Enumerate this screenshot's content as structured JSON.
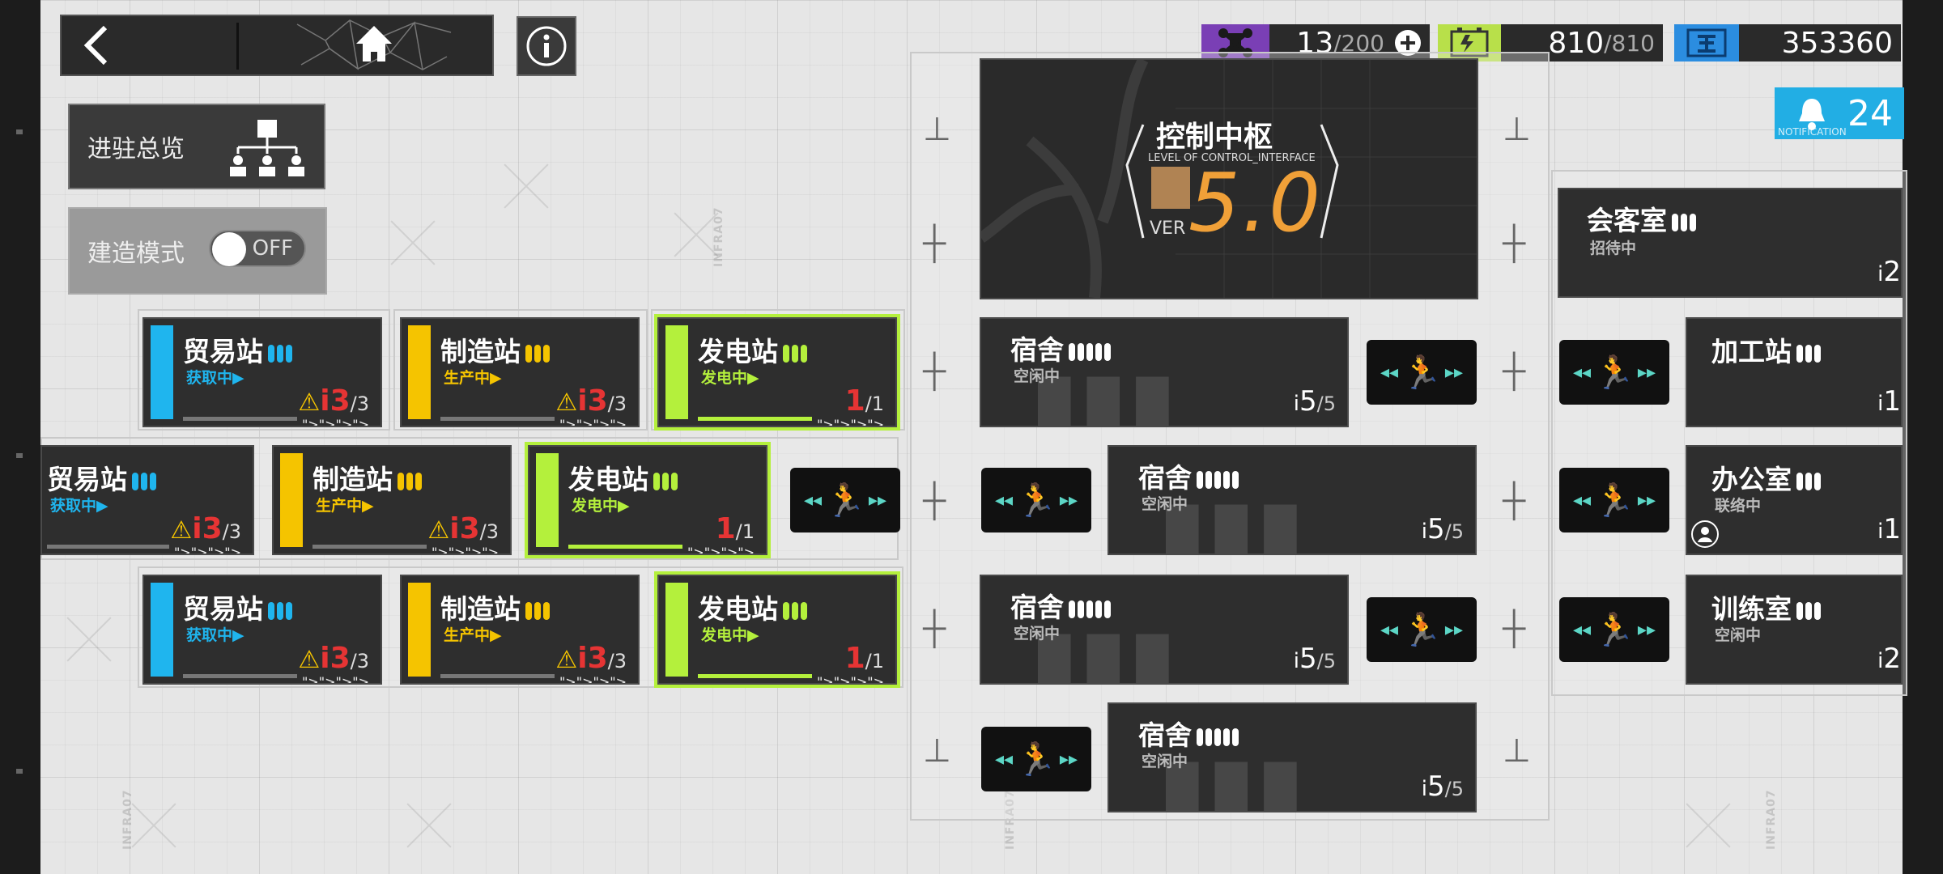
{
  "resources": {
    "drones": {
      "icon": "drone-icon",
      "value": "13",
      "max": "/200",
      "color": "#7a3fb5"
    },
    "power": {
      "icon": "battery-icon",
      "value": "810",
      "max": "/810",
      "color": "#b8e04a"
    },
    "funds": {
      "icon": "lmd-currency-icon",
      "value": "353360",
      "color": "#2b8de0"
    }
  },
  "notification": {
    "count": "24",
    "label": "NOTIFICATION"
  },
  "left_panel": {
    "overview_label": "进驻总览",
    "build_mode_label": "建造模式",
    "toggle_state": "OFF"
  },
  "control_center": {
    "name": "控制中枢",
    "subtitle": "LEVEL OF CONTROL_INTERFACE",
    "ver_label": "VER",
    "version": "5.0"
  },
  "colors": {
    "trade": "#1fb5ee",
    "factory": "#f5c400",
    "power": "#b4f03c",
    "warn": "#e63434"
  },
  "rooms": {
    "trade1": {
      "name": "贸易站",
      "status": "获取中▶",
      "count": "3",
      "max": "/3"
    },
    "factory1": {
      "name": "制造站",
      "status": "生产中▶",
      "count": "3",
      "max": "/3"
    },
    "power1": {
      "name": "发电站",
      "status": "发电中▶",
      "count": "1",
      "max": "/1"
    },
    "trade2": {
      "name": "贸易站",
      "status": "获取中▶",
      "count": "3",
      "max": "/3"
    },
    "factory2": {
      "name": "制造站",
      "status": "生产中▶",
      "count": "3",
      "max": "/3"
    },
    "power2": {
      "name": "发电站",
      "status": "发电中▶",
      "count": "1",
      "max": "/1"
    },
    "trade3": {
      "name": "贸易站",
      "status": "获取中▶",
      "count": "3",
      "max": "/3"
    },
    "factory3": {
      "name": "制造站",
      "status": "生产中▶",
      "count": "3",
      "max": "/3"
    },
    "power3": {
      "name": "发电站",
      "status": "发电中▶",
      "count": "1",
      "max": "/1"
    },
    "dorm1": {
      "name": "宿舍",
      "status": "空闲中",
      "count": "5",
      "max": "/5"
    },
    "dorm2": {
      "name": "宿舍",
      "status": "空闲中",
      "count": "5",
      "max": "/5"
    },
    "dorm3": {
      "name": "宿舍",
      "status": "空闲中",
      "count": "5",
      "max": "/5"
    },
    "dorm4": {
      "name": "宿舍",
      "status": "空闲中",
      "count": "5",
      "max": "/5"
    },
    "reception": {
      "name": "会客室",
      "status": "招待中",
      "count": "2"
    },
    "workshop": {
      "name": "加工站",
      "count": "1"
    },
    "office": {
      "name": "办公室",
      "status": "联络中",
      "count": "1"
    },
    "training": {
      "name": "训练室",
      "status": "空闲中",
      "count": "2"
    }
  },
  "deco_text": "INFRA07"
}
